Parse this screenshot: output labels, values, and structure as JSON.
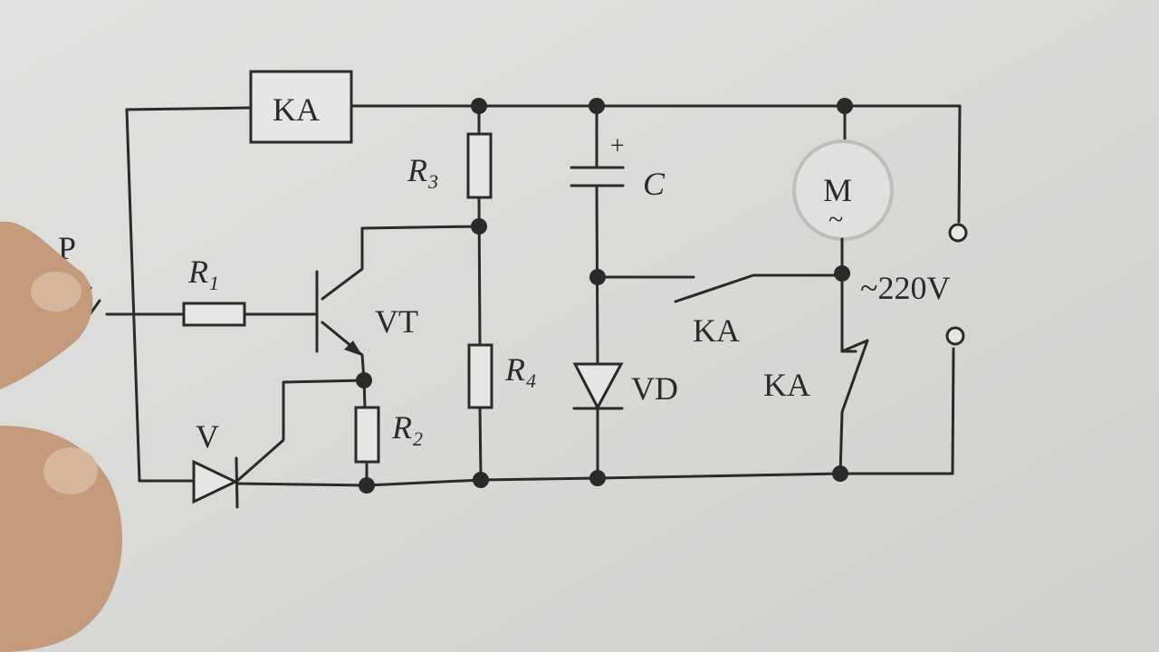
{
  "labels": {
    "relay_box": "KA",
    "r1": "R",
    "r1_sub": "1",
    "r2": "R",
    "r2_sub": "2",
    "r3": "R",
    "r3_sub": "3",
    "r4": "R",
    "r4_sub": "4",
    "transistor": "VT",
    "diode_v": "V",
    "diode_vd": "VD",
    "capacitor": "C",
    "cap_plus": "+",
    "motor": "M",
    "motor_ac": "~",
    "probe": "P",
    "voltage": "~220V",
    "ka_switch_1": "KA",
    "ka_switch_2": "KA"
  }
}
